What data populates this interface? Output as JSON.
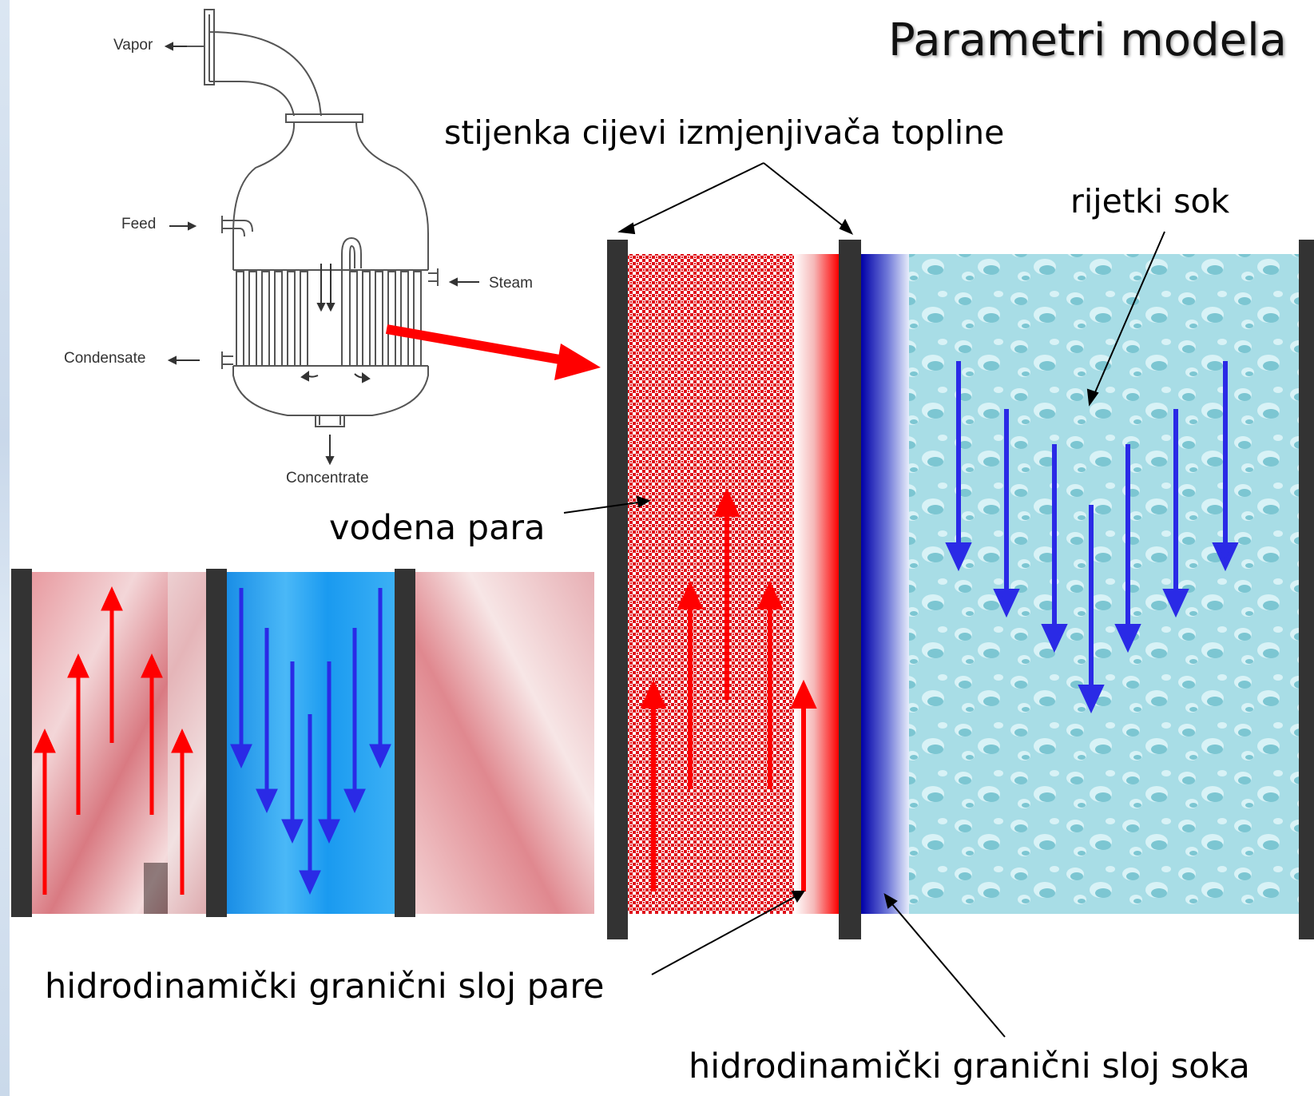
{
  "title": "Parametri modela",
  "evaporator": {
    "labels": {
      "vapor": "Vapor",
      "feed": "Feed",
      "steam": "Steam",
      "condensate": "Condensate",
      "concentrate": "Concentrate"
    }
  },
  "annotations": {
    "wall": "stijenka cijevi izmjenjivača topline",
    "juice": "rijetki sok",
    "steam": "vodena para",
    "steam_boundary": "hidrodinamički granični sloj pare",
    "juice_boundary": "hidrodinamički granični sloj soka"
  },
  "colors": {
    "wall": "#333333",
    "steam_arrow": "#ff0000",
    "juice_arrow": "#2a2ae6",
    "juice_bg": "#a8dde6",
    "steam_dots": "#e0101a"
  }
}
